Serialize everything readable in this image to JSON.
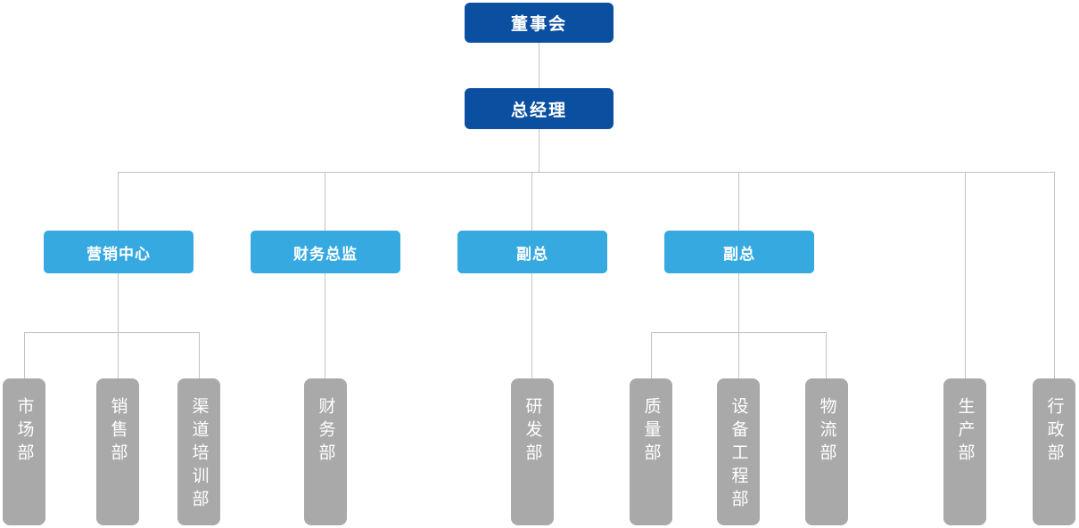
{
  "diagram_type": "org-chart",
  "colors": {
    "level1_bg": "#0b4fa0",
    "level2_bg": "#36a9e0",
    "dept_bg": "#a9a9a9",
    "line_color": "#c2c2c2",
    "node_text": "#ffffff"
  },
  "nodes": {
    "board": {
      "label": "董事会"
    },
    "general_manager": {
      "label": "总经理"
    },
    "level3": [
      {
        "label": "营销中心"
      },
      {
        "label": "财务总监"
      },
      {
        "label": "副总"
      },
      {
        "label": "副总"
      }
    ],
    "departments": [
      {
        "label": "市场部"
      },
      {
        "label": "销售部"
      },
      {
        "label": "渠道培训部"
      },
      {
        "label": "财务部"
      },
      {
        "label": "研发部"
      },
      {
        "label": "质量部"
      },
      {
        "label": "设备工程部"
      },
      {
        "label": "物流部"
      },
      {
        "label": "生产部"
      },
      {
        "label": "行政部"
      }
    ]
  }
}
